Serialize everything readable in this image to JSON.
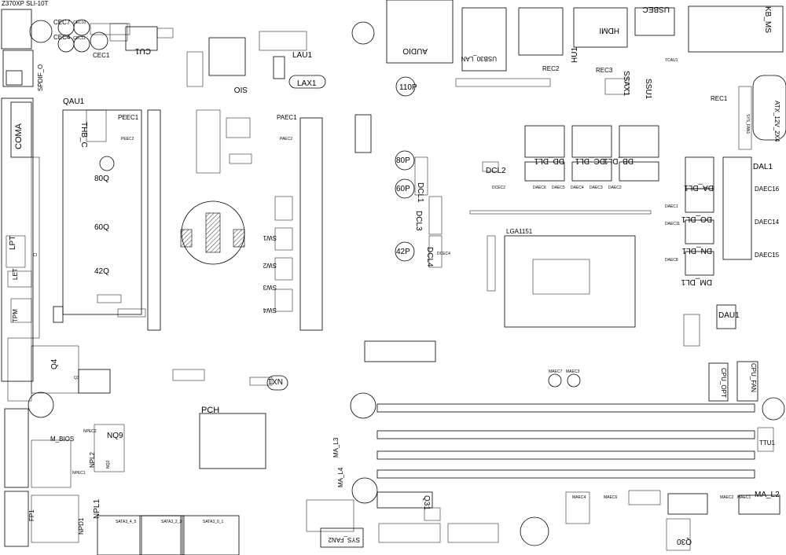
{
  "board_title": "Z370XP SLI-10T",
  "labels": {
    "cec7": "CEC7",
    "cec10": "CEC10",
    "cec4": "CEC4",
    "cec11": "CEC11",
    "cec1": "CEC1",
    "cu1": "CU1",
    "spdif_o": "SPDIF_O",
    "qau1": "QAU1",
    "coma": "COMA",
    "thb_c": "THB_C",
    "peec1": "PEEC1",
    "peec2": "PEEC2",
    "p80q": "80Q",
    "p60q": "60Q",
    "p42q": "42Q",
    "lpt": "LPT",
    "ci": "CI",
    "let": "LET",
    "tpm": "TPM",
    "q4": "Q4",
    "q3": "Q3",
    "m_bios": "M_BIOS",
    "nq9": "NQ9",
    "npec2": "NPEC2",
    "npl2": "NPL2",
    "npec1": "NPEC1",
    "nq2": "NQ2",
    "npl1": "NPL1",
    "npd1": "NPD1",
    "fp1": "FP1",
    "sata3_45": "SATA3_4_5",
    "sata3_23": "SATA3_2_3",
    "sata3_01": "SATA3_0_1",
    "pch": "PCH",
    "nx1": "NX1",
    "sio": "SIO",
    "lau1": "LAU1",
    "lax1": "LAX1",
    "paec1": "PAEC1",
    "paec2": "PAEC2",
    "sw1": "SW1",
    "sw2": "SW2",
    "sw3": "SW3",
    "sw4": "SW4",
    "audio": "AUDIO",
    "usb30_lan": "USB30_LAN",
    "p110p": "110P",
    "hdmi": "HDMI",
    "hu1": "HU1",
    "usbec": "USBEC",
    "kb_ms": "KB_MS",
    "rec2": "REC2",
    "rec3": "REC3",
    "tcau1": "TCAU1",
    "ssax1": "SSAX1",
    "ssu1": "SSU1",
    "rec1": "REC1",
    "atx_12v_2x4": "ATX_12V_2X4",
    "sys_fan1": "SYS_FAN1",
    "p80p": "80P",
    "p60p": "60P",
    "p42p": "42P",
    "dcl1": "DCL1",
    "dcl2": "DCL2",
    "dcl3": "DCL3",
    "dcl4": "DCL4",
    "dcec2": "DCEC2",
    "dcec4": "DCEC4",
    "lga1151": "LGA1151",
    "db_dl1": "DB_DL1",
    "dd_dl1": "DD_DL1",
    "dc_dl1": "DC_DL1",
    "daec6": "DAEC6",
    "daec5": "DAEC5",
    "daec4": "DAEC4",
    "daec3": "DAEC3",
    "daec2": "DAEC2",
    "da_dl1": "DA_DL1",
    "dal1": "DAL1",
    "daec16": "DAEC16",
    "daec1": "DAEC1",
    "daec14": "DAEC14",
    "daec11": "DAEC11",
    "daec15": "DAEC15",
    "daec8": "DAEC8",
    "do_dl1": "DO_DL1",
    "dn_dl1": "DN_DL1",
    "dm_dl1": "DM_DL1",
    "dau1": "DAU1",
    "cpu_fan": "CPU_FAN",
    "cpu_opt": "CPU_OPT",
    "maec7": "MAEC7",
    "maec3": "MAEC3",
    "ttu1": "TTU1",
    "ma_l3": "MA_L3",
    "ma_l4": "MA_L4",
    "ma_l2": "MA_L2",
    "q31": "Q31",
    "maec4": "MAEC4",
    "maec6": "MAEC6",
    "maec2": "MAEC2",
    "maec1": "MAEC1",
    "q30": "Q30",
    "sys_fan2": "SYS_FAN2"
  }
}
